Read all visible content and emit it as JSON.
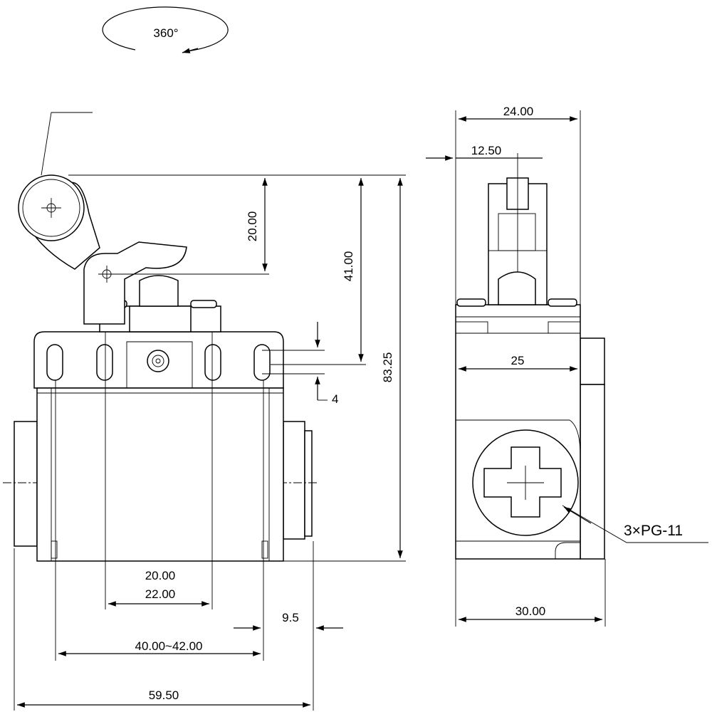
{
  "rotation": {
    "label": "360°"
  },
  "front_view": {
    "dims": {
      "lever_offset": "20.00",
      "pivot_height": "41.00",
      "overall_height": "83.25",
      "slot_travel": "4",
      "hole_spacing_inner_a": "20.00",
      "hole_spacing_inner_b": "22.00",
      "hole_spacing_outer": "40.00~42.00",
      "conduit_depth": "9.5",
      "overall_width": "59.50"
    }
  },
  "side_view": {
    "dims": {
      "head_width": "24.00",
      "plunger_offset": "12.50",
      "body_inner_width": "25",
      "body_depth": "30.00"
    },
    "callout": "3×PG-11"
  },
  "colors": {
    "line": "#000000",
    "background": "#ffffff"
  }
}
